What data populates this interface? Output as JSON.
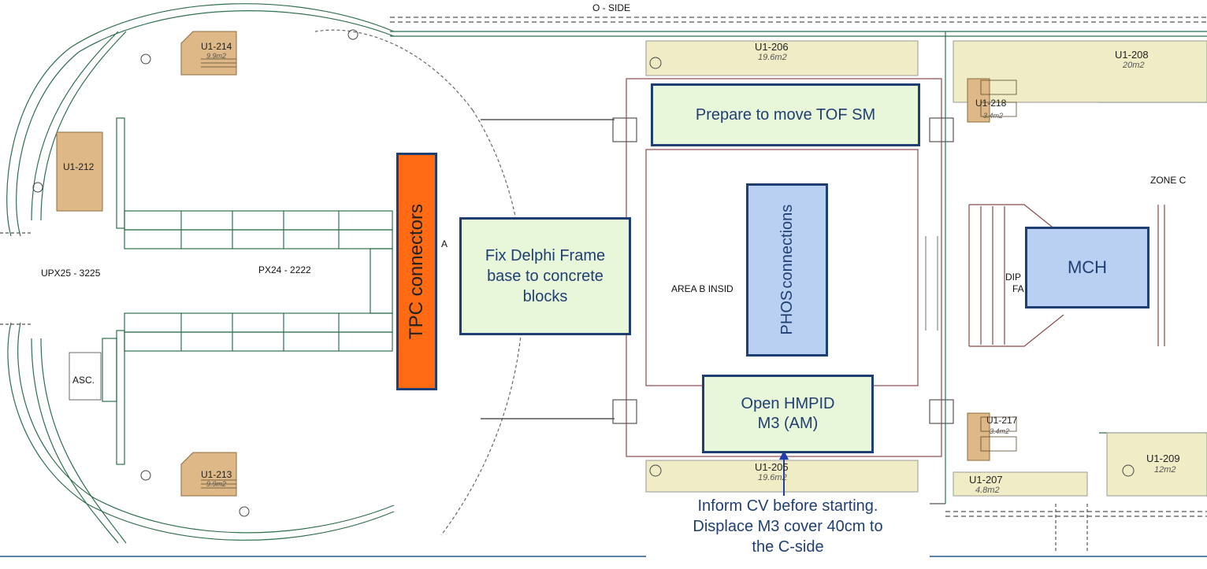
{
  "colors": {
    "room_fill": "#f0edc6",
    "stair_fill": "#deb887",
    "line": "#2f6f4f",
    "task_border": "#1f3f73",
    "task_green": "#e8f6da",
    "task_blue": "#b9d0f3",
    "task_orange": "#ff6a12",
    "arrow": "#1f3fb0"
  },
  "labels": {
    "o_side": "O - SIDE",
    "zone_c": "ZONE C",
    "upx25": "UPX25 - 3225",
    "px24": "PX24 - 2222",
    "area_b": "AREA B INSID",
    "area_a": "A",
    "dip": "DIP",
    "fa": "FA",
    "asc": "ASC."
  },
  "rooms": {
    "u1_206": {
      "name": "U1-206",
      "area": "19.6m2"
    },
    "u1_205": {
      "name": "U1-205",
      "area": "19.6m2"
    },
    "u1_208": {
      "name": "U1-208",
      "area": "20m2"
    },
    "u1_209": {
      "name": "U1-209",
      "area": "12m2"
    },
    "u1_207": {
      "name": "U1-207",
      "area": "4.8m2"
    },
    "u1_214": {
      "name": "U1-214",
      "area": "9.9m2"
    },
    "u1_213": {
      "name": "U1-213",
      "area": "9.9m2"
    },
    "u1_212": {
      "name": "U1-212",
      "area": ""
    },
    "u1_218": {
      "name": "U1-218",
      "area": "3.4m2"
    },
    "u1_217": {
      "name": "U1-217",
      "area": "3.4m2"
    }
  },
  "tasks": {
    "tof": "Prepare to move TOF SM",
    "tpc": "TPC connectors",
    "delphi": "Fix Delphi Frame base to concrete blocks",
    "phos_line1": "PHOS",
    "phos_line2": "connections",
    "mch": "MCH",
    "hmpid_line1": "Open HMPID",
    "hmpid_line2": "M3 (AM)"
  },
  "note": {
    "line1": "Inform CV before starting.",
    "line2": "Displace M3 cover 40cm to",
    "line3": "the C-side"
  }
}
